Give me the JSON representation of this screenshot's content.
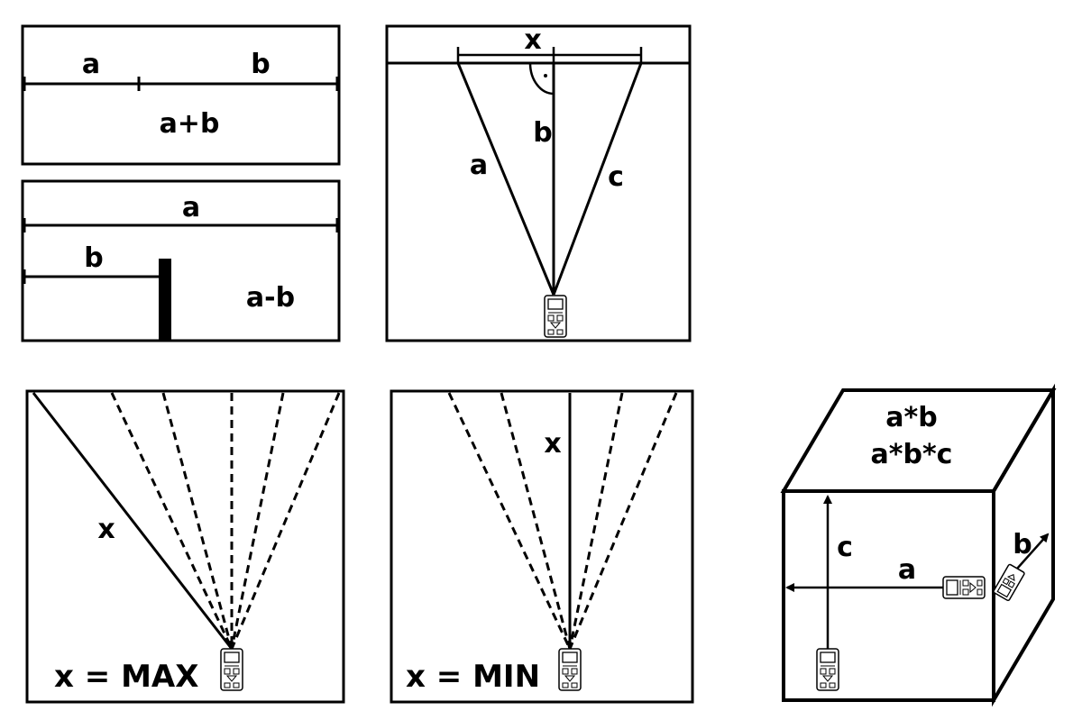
{
  "panel_add": {
    "seg_a": "a",
    "seg_b": "b",
    "result": "a+b"
  },
  "panel_sub": {
    "top": "a",
    "inner": "b",
    "result": "a-b"
  },
  "panel_pythagoras": {
    "x": "x",
    "a": "a",
    "b": "b",
    "c": "c"
  },
  "panel_max": {
    "x": "x",
    "caption": "x = MAX"
  },
  "panel_min": {
    "x": "x",
    "caption": "x = MIN"
  },
  "panel_cube": {
    "area": "a*b",
    "volume": "a*b*c",
    "a": "a",
    "b": "b",
    "c": "c"
  }
}
